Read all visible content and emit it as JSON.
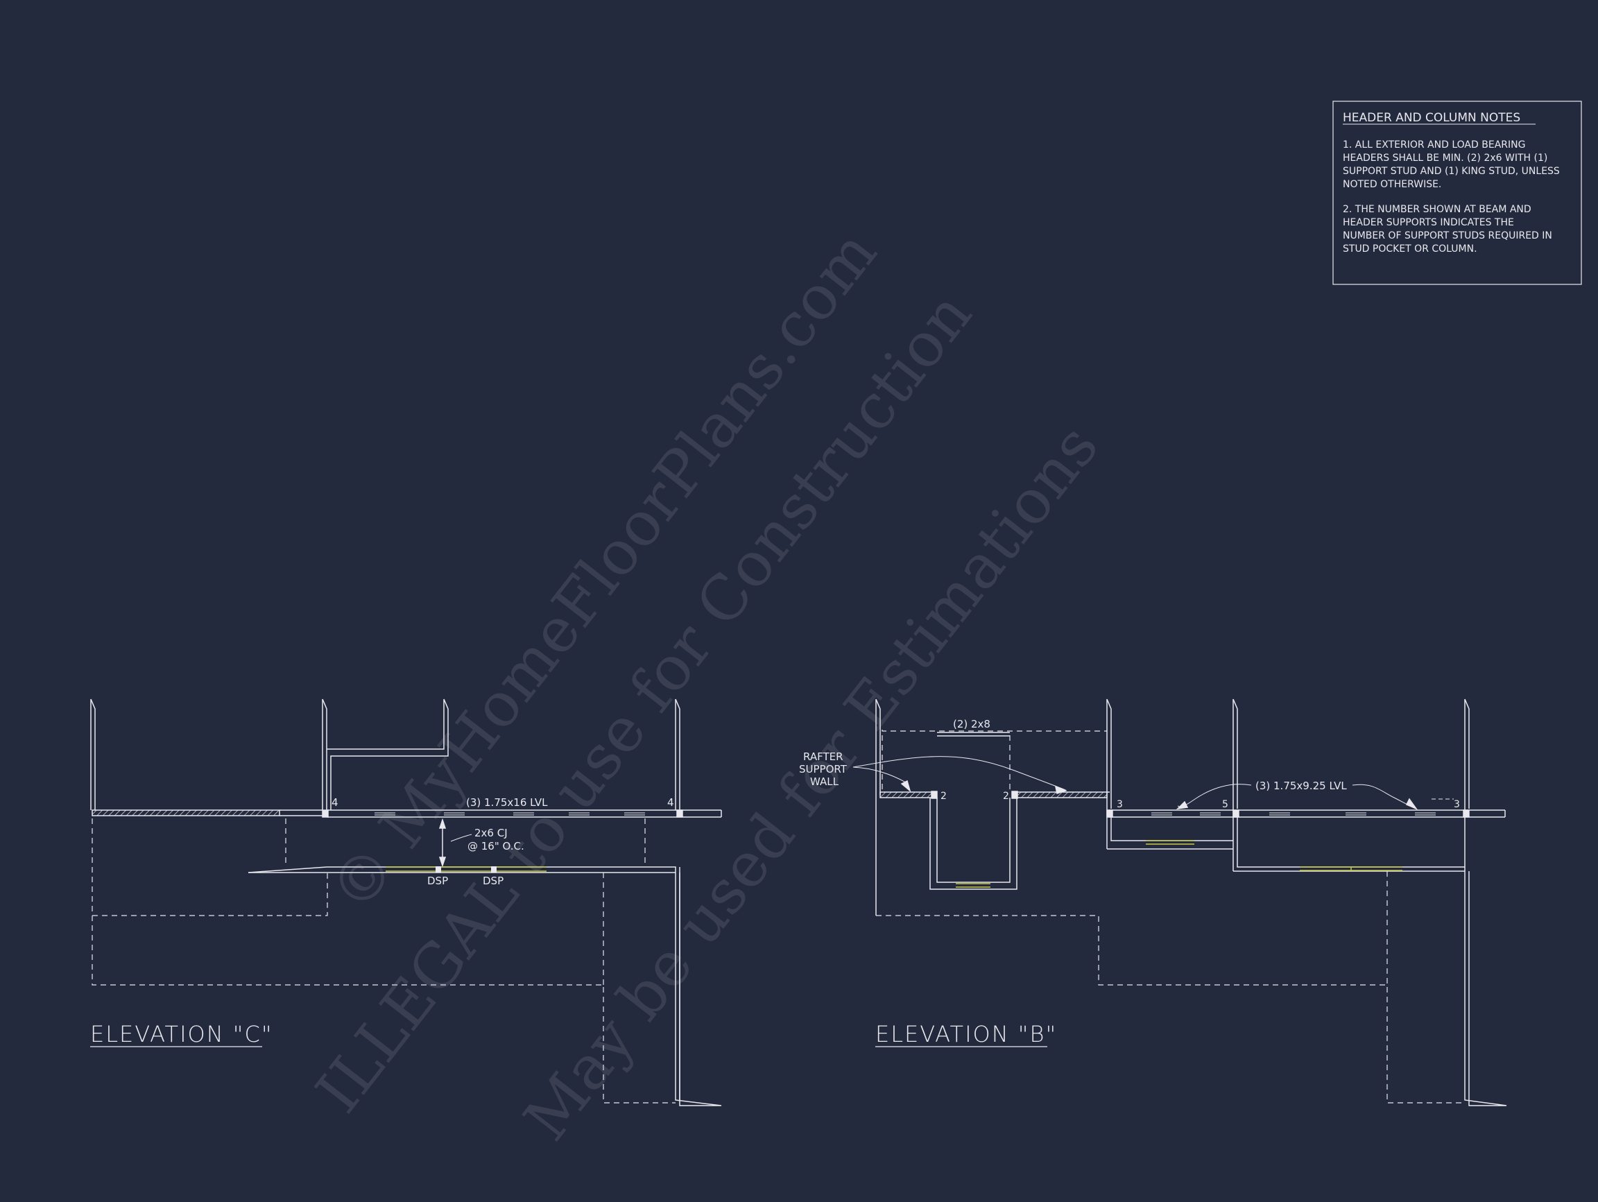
{
  "notes": {
    "title": "HEADER AND COLUMN NOTES",
    "note1": [
      "1. ALL EXTERIOR AND LOAD BEARING",
      "HEADERS SHALL BE MIN. (2) 2x6 WITH (1)",
      "SUPPORT STUD AND (1) KING STUD, UNLESS",
      "NOTED OTHERWISE."
    ],
    "note2": [
      "2. THE NUMBER SHOWN AT BEAM AND",
      "HEADER SUPPORTS INDICATES THE",
      "NUMBER OF SUPPORT STUDS REQUIRED IN",
      "STUD POCKET OR COLUMN."
    ]
  },
  "elevation_c": {
    "title": "ELEVATION \"C\"",
    "beam_label": "(3) 1.75x16 LVL",
    "joist_label_1": "2x6 CJ",
    "joist_label_2": "@ 16\" O.C.",
    "stud_left": "4",
    "stud_right": "4",
    "dsp_1": "DSP",
    "dsp_2": "DSP"
  },
  "elevation_b": {
    "title": "ELEVATION \"B\"",
    "header_label": "(2) 2x8",
    "rafter_label_1": "RAFTER",
    "rafter_label_2": "SUPPORT",
    "rafter_label_3": "WALL",
    "beam_label": "(3) 1.75x9.25 LVL",
    "stud_a": "2",
    "stud_b": "2",
    "stud_c": "3",
    "stud_d": "5",
    "stud_e": "3"
  },
  "watermark": {
    "line1": "© MyHomeFloorPlans.com",
    "line2": "ILLEGAL to use for Construction",
    "line3": "May be used for Estimations"
  },
  "colors": {
    "background": "#242a3d",
    "linework": "#e8e8ee",
    "accent_yellow": "#c9c94a"
  }
}
